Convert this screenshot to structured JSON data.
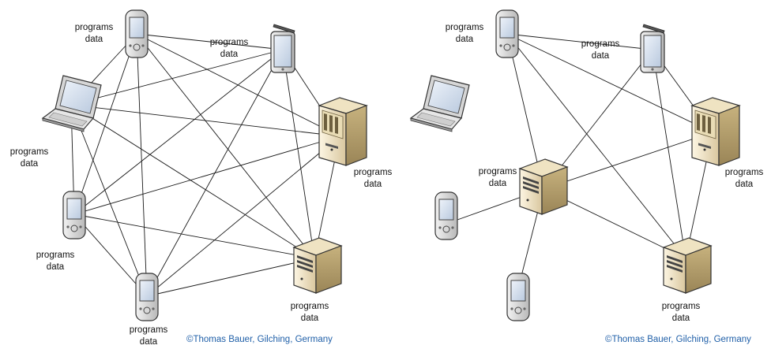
{
  "copyright": "©Thomas Bauer, Gilching, Germany",
  "left": {
    "labels": [
      {
        "name": "pda-top-label",
        "line1": "programs",
        "line2": "data"
      },
      {
        "name": "tablet-label",
        "line1": "programs",
        "line2": "data"
      },
      {
        "name": "laptop-label",
        "line1": "programs",
        "line2": "data"
      },
      {
        "name": "tower-server-label",
        "line1": "programs",
        "line2": "data"
      },
      {
        "name": "pda-mid-label",
        "line1": "programs",
        "line2": "data"
      },
      {
        "name": "small-server-label",
        "line1": "programs",
        "line2": "data"
      },
      {
        "name": "pda-bottom-label",
        "line1": "programs",
        "line2": "data"
      }
    ]
  },
  "right": {
    "labels": [
      {
        "name": "pda-top-label",
        "line1": "programs",
        "line2": "data"
      },
      {
        "name": "tablet-label",
        "line1": "programs",
        "line2": "data"
      },
      {
        "name": "central-server-label",
        "line1": "programs",
        "line2": "data"
      },
      {
        "name": "tower-server-label",
        "line1": "programs",
        "line2": "data"
      },
      {
        "name": "small-server-label",
        "line1": "programs",
        "line2": "data"
      }
    ]
  }
}
